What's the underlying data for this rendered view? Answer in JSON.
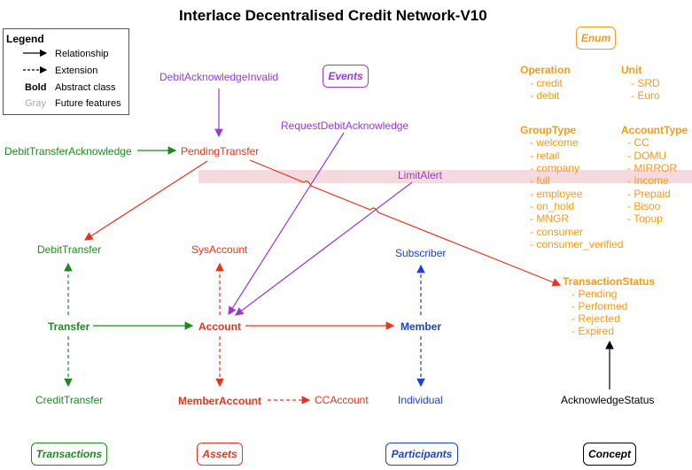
{
  "title": "Interlace Decentralised Credit Network-V10",
  "legend": {
    "heading": "Legend",
    "relationship": "Relationship",
    "extension": "Extension",
    "bold_key": "Bold",
    "bold_desc": "Abstract class",
    "gray_key": "Gray",
    "gray_desc": "Future features"
  },
  "nodes": {
    "debit_ack_invalid": "DebitAcknowledgeInvalid",
    "request_debit_ack": "RequestDebitAcknowledge",
    "debit_transfer_ack": "DebitTransferAcknowledge",
    "pending_transfer": "PendingTransfer",
    "limit_alert": "LimitAlert",
    "debit_transfer": "DebitTransfer",
    "sys_account": "SysAccount",
    "subscriber": "Subscriber",
    "transfer": "Transfer",
    "account": "Account",
    "member": "Member",
    "credit_transfer": "CreditTransfer",
    "member_account": "MemberAccount",
    "cc_account": "CCAccount",
    "individual": "Individual",
    "acknowledge_status": "AcknowledgeStatus"
  },
  "categories": {
    "enum": "Enum",
    "events": "Events",
    "transactions": "Transactions",
    "assets": "Assets",
    "participants": "Participants",
    "concept": "Concept"
  },
  "enums": {
    "operation": {
      "name": "Operation",
      "values": [
        "- credit",
        "- debit"
      ]
    },
    "unit": {
      "name": "Unit",
      "values": [
        "- SRD",
        "- Euro"
      ]
    },
    "group_type": {
      "name": "GroupType",
      "values": [
        "- welcome",
        "- retail",
        "- company",
        "- full",
        "- employee",
        "- on_hold",
        "- MNGR",
        "- consumer",
        "- consumer_verified"
      ]
    },
    "account_type": {
      "name": "AccountType",
      "values": [
        "- CC",
        "- DOMU",
        "- MIRROR",
        "- Income",
        "- Prepaid",
        "- Bisoo",
        "- Topup"
      ]
    },
    "transaction_status": {
      "name": "TransactionStatus",
      "values": [
        "- Pending",
        "- Performed",
        "- Rejected",
        "- Expired"
      ]
    }
  },
  "colors": {
    "transactions": "#1e8a1e",
    "assets": "#e8341c",
    "participants": "#1f3fd6",
    "events": "#9a39d6",
    "enum": "#f39c1a",
    "concept": "#000000"
  }
}
